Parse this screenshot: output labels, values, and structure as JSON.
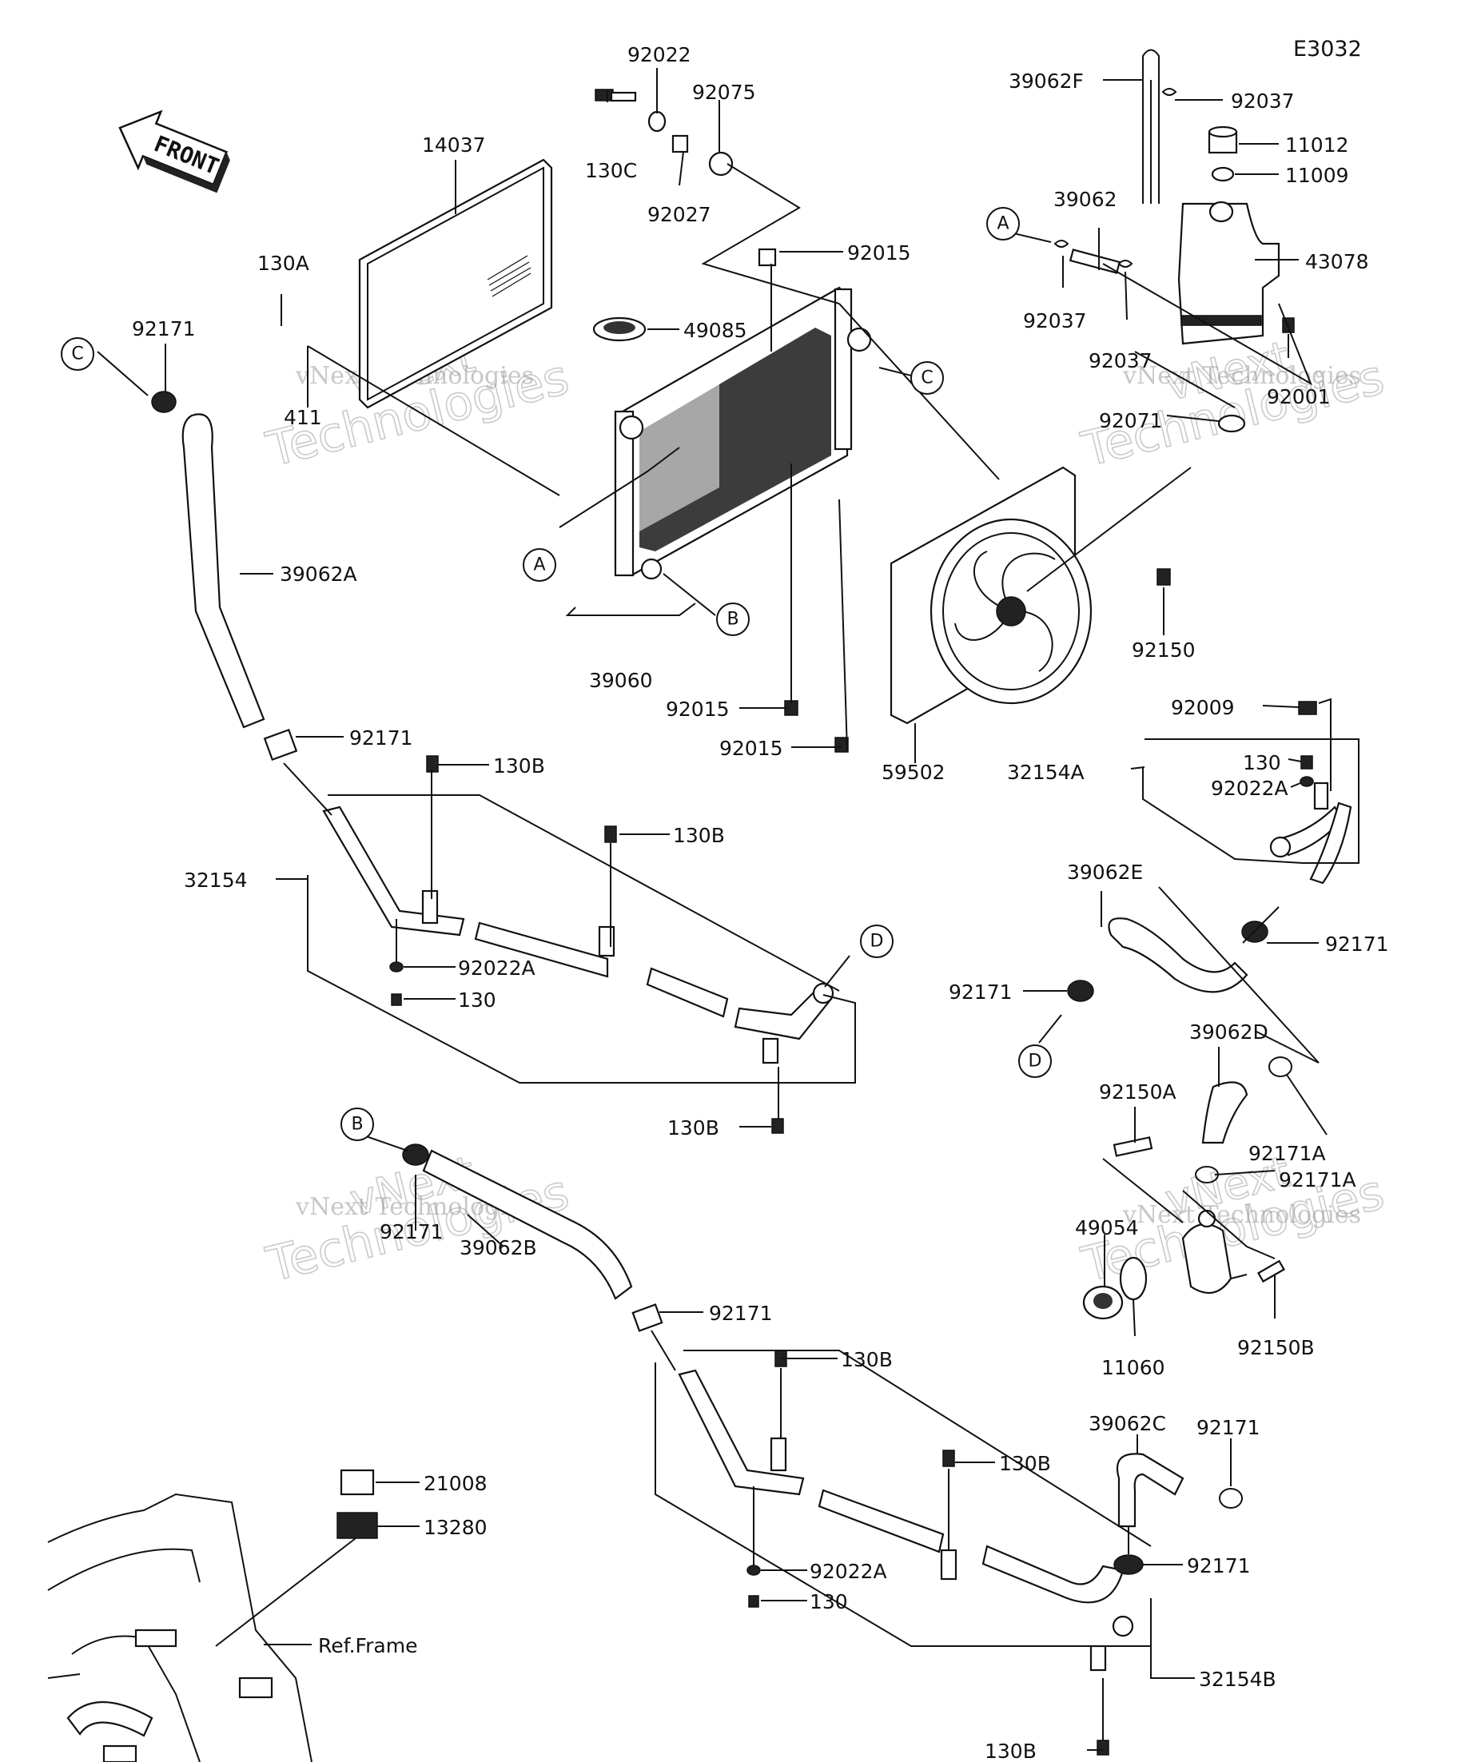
{
  "diagram_code": "E3032",
  "front_label": "FRONT",
  "ref_frame": "Ref.Frame",
  "watermark": {
    "line1": "vNext",
    "line2": "Technologies",
    "full": "vNext Technologies"
  },
  "callouts": {
    "A": "A",
    "B": "B",
    "C": "C",
    "D": "D"
  },
  "labels": {
    "p92022": "92022",
    "p92075": "92075",
    "p130C": "130C",
    "p92027": "92027",
    "p14037": "14037",
    "p130A": "130A",
    "p411": "411",
    "p92171_c": "92171",
    "p92015_top": "92015",
    "p49085": "49085",
    "p39060": "39060",
    "p92015_m1": "92015",
    "p92015_m2": "92015",
    "p59502": "59502",
    "p92150": "92150",
    "p39062F": "39062F",
    "p92037_t": "92037",
    "p11012": "11012",
    "p11009": "11009",
    "p39062": "39062",
    "p43078": "43078",
    "p92037_l": "92037",
    "p92037_m": "92037",
    "p92071": "92071",
    "p92001": "92001",
    "p39062A": "39062A",
    "p92171_a": "92171",
    "p130B_1": "130B",
    "p130B_2": "130B",
    "p32154": "32154",
    "p92022A_1": "92022A",
    "p130_1": "130",
    "p130B_3": "130B",
    "p92009": "92009",
    "p130_r": "130",
    "p92022A_r": "92022A",
    "p32154A": "32154A",
    "p39062E": "39062E",
    "p92171_r1": "92171",
    "p92171_r2": "92171",
    "p39062D": "39062D",
    "p92150A": "92150A",
    "p92171A_1": "92171A",
    "p92171A_2": "92171A",
    "p49054": "49054",
    "p11060": "11060",
    "p92150B": "92150B",
    "p39062B": "39062B",
    "p92171_b1": "92171",
    "p92171_b2": "92171",
    "p130B_4": "130B",
    "p130B_5": "130B",
    "p92022A_2": "92022A",
    "p130_2": "130",
    "p32154B": "32154B",
    "p130B_6": "130B",
    "p39062C": "39062C",
    "p92171_c1": "92171",
    "p92171_c2": "92171",
    "p21008": "21008",
    "p13280": "13280"
  }
}
